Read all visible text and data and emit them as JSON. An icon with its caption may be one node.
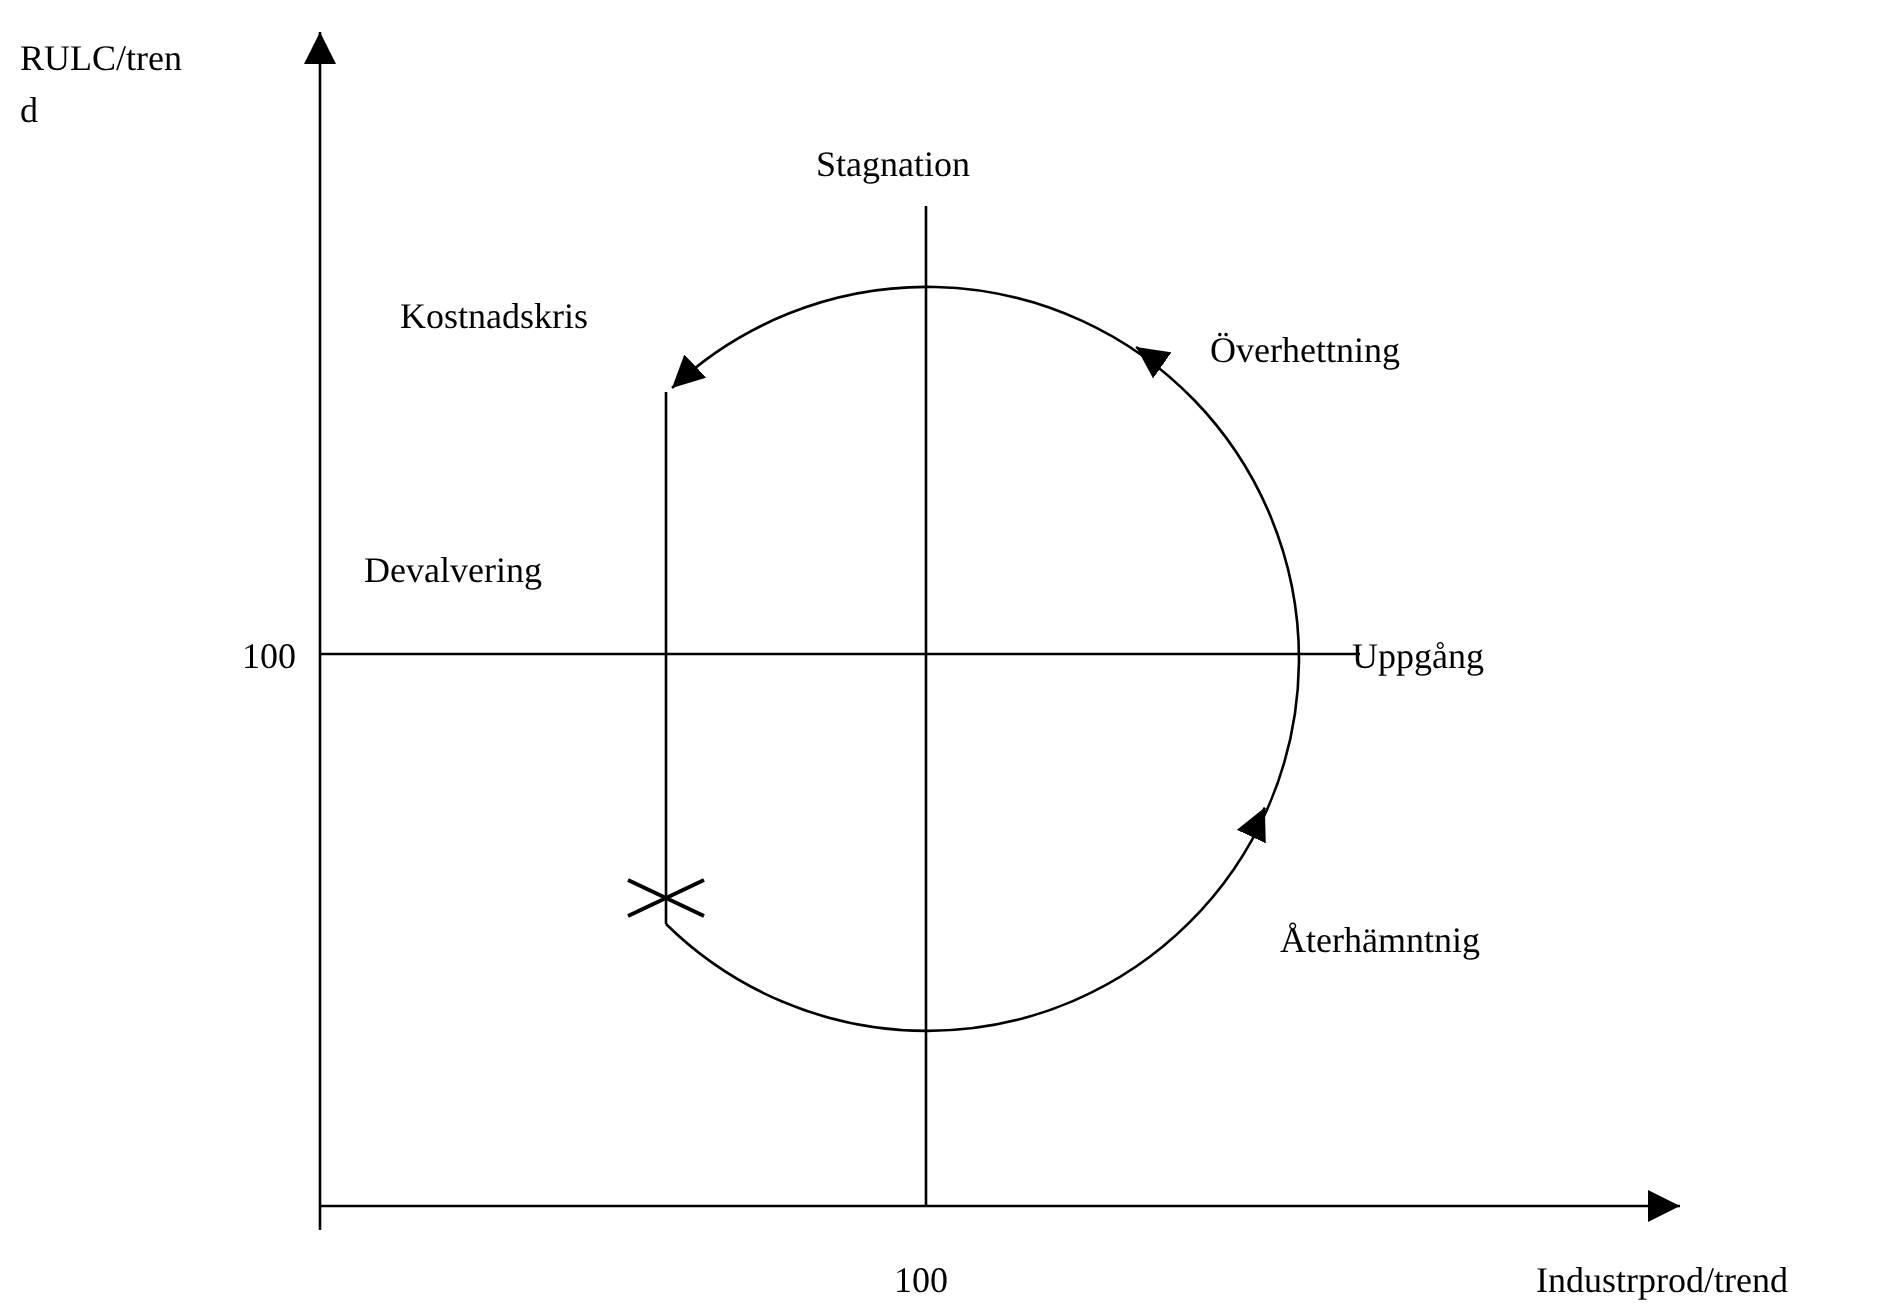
{
  "diagram": {
    "labels": [
      "RULC/trend",
      "Stagnation",
      "Kostnadskris",
      "Överhettning",
      "Devalvering",
      "100",
      "Uppgång",
      "Återhämntnig",
      "100",
      "Industrprod/trend"
    ]
  }
}
